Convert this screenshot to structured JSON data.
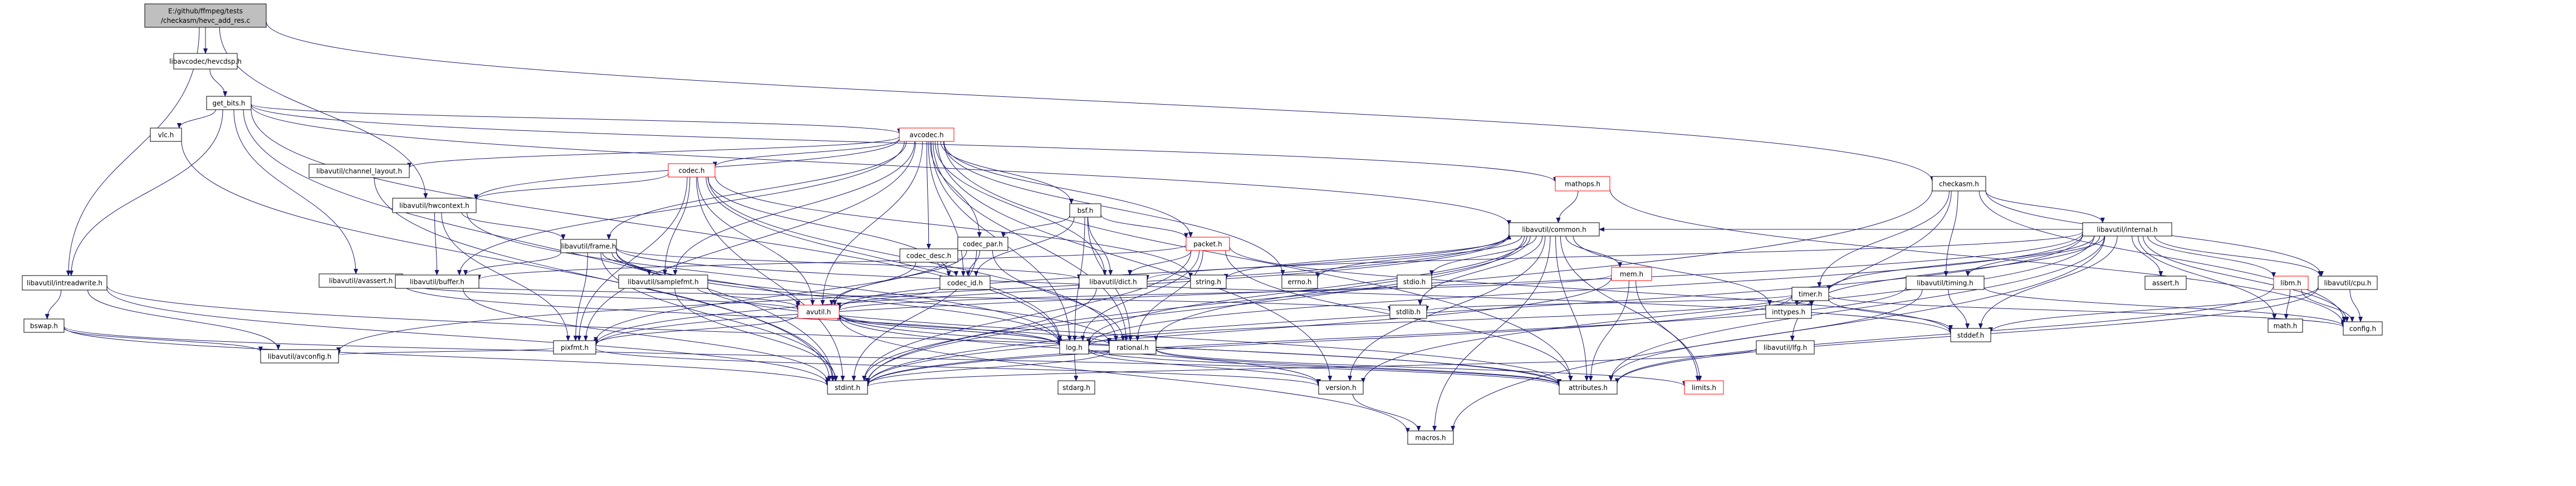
{
  "colors": {
    "root_fill": "#bfbfbf",
    "node_fill": "#ffffff",
    "node_border": "#000000",
    "truncated_border": "#ff0000",
    "edge": "#191970"
  },
  "nodes": [
    {
      "id": "root",
      "label": "E:/github/ffmpeg/tests/checkasm/hevc_add_res.c",
      "kind": "root"
    },
    {
      "id": "hevcdsp",
      "label": "libavcodec/hevcdsp.h"
    },
    {
      "id": "get_bits",
      "label": "get_bits.h"
    },
    {
      "id": "vlc",
      "label": "vlc.h"
    },
    {
      "id": "avcodec",
      "label": "avcodec.h",
      "kind": "truncated"
    },
    {
      "id": "mathops",
      "label": "mathops.h",
      "kind": "truncated"
    },
    {
      "id": "checkasm",
      "label": "checkasm.h"
    },
    {
      "id": "channel_layout",
      "label": "libavutil/channel_layout.h"
    },
    {
      "id": "codec",
      "label": "codec.h",
      "kind": "truncated"
    },
    {
      "id": "hwcontext",
      "label": "libavutil/hwcontext.h"
    },
    {
      "id": "frame",
      "label": "libavutil/frame.h"
    },
    {
      "id": "avassert",
      "label": "libavutil/avassert.h"
    },
    {
      "id": "intreadwrite",
      "label": "libavutil/intreadwrite.h"
    },
    {
      "id": "bswap",
      "label": "bswap.h"
    },
    {
      "id": "avconfig",
      "label": "libavutil/avconfig.h"
    },
    {
      "id": "buffer",
      "label": "libavutil/buffer.h"
    },
    {
      "id": "samplefmt",
      "label": "libavutil/samplefmt.h"
    },
    {
      "id": "codec_desc",
      "label": "codec_desc.h"
    },
    {
      "id": "codec_par",
      "label": "codec_par.h"
    },
    {
      "id": "codec_id",
      "label": "codec_id.h"
    },
    {
      "id": "bsf",
      "label": "bsf.h"
    },
    {
      "id": "packet",
      "label": "packet.h",
      "kind": "truncated"
    },
    {
      "id": "dict",
      "label": "libavutil/dict.h"
    },
    {
      "id": "avutil",
      "label": "avutil.h",
      "kind": "truncated"
    },
    {
      "id": "pixfmt",
      "label": "pixfmt.h"
    },
    {
      "id": "log",
      "label": "log.h"
    },
    {
      "id": "rational",
      "label": "rational.h"
    },
    {
      "id": "stdint",
      "label": "stdint.h"
    },
    {
      "id": "stdarg",
      "label": "stdarg.h"
    },
    {
      "id": "version",
      "label": "version.h"
    },
    {
      "id": "macros",
      "label": "macros.h"
    },
    {
      "id": "attributes",
      "label": "attributes.h"
    },
    {
      "id": "limits",
      "label": "limits.h",
      "kind": "truncated"
    },
    {
      "id": "common",
      "label": "libavutil/common.h"
    },
    {
      "id": "string",
      "label": "string.h"
    },
    {
      "id": "errno",
      "label": "errno.h"
    },
    {
      "id": "stdio",
      "label": "stdio.h"
    },
    {
      "id": "stdlib",
      "label": "stdlib.h"
    },
    {
      "id": "mem",
      "label": "mem.h",
      "kind": "truncated"
    },
    {
      "id": "inttypes",
      "label": "inttypes.h"
    },
    {
      "id": "lfg",
      "label": "libavutil/lfg.h"
    },
    {
      "id": "internal",
      "label": "libavutil/internal.h"
    },
    {
      "id": "timer",
      "label": "timer.h"
    },
    {
      "id": "timing",
      "label": "libavutil/timing.h"
    },
    {
      "id": "stddef",
      "label": "stddef.h"
    },
    {
      "id": "libm",
      "label": "libm.h",
      "kind": "truncated"
    },
    {
      "id": "math",
      "label": "math.h"
    },
    {
      "id": "assert",
      "label": "assert.h"
    },
    {
      "id": "cpu",
      "label": "libavutil/cpu.h"
    },
    {
      "id": "config",
      "label": "config.h"
    }
  ],
  "edges": [
    [
      "root",
      "hevcdsp"
    ],
    [
      "root",
      "intreadwrite"
    ],
    [
      "root",
      "checkasm"
    ],
    [
      "root",
      "hwcontext"
    ],
    [
      "hevcdsp",
      "get_bits"
    ],
    [
      "get_bits",
      "vlc"
    ],
    [
      "get_bits",
      "avcodec"
    ],
    [
      "get_bits",
      "mathops"
    ],
    [
      "get_bits",
      "avassert"
    ],
    [
      "get_bits",
      "intreadwrite"
    ],
    [
      "get_bits",
      "stdint"
    ],
    [
      "get_bits",
      "common"
    ],
    [
      "get_bits",
      "log"
    ],
    [
      "vlc",
      "stdint"
    ],
    [
      "avcodec",
      "channel_layout"
    ],
    [
      "avcodec",
      "codec"
    ],
    [
      "avcodec",
      "hwcontext"
    ],
    [
      "avcodec",
      "frame"
    ],
    [
      "avcodec",
      "buffer"
    ],
    [
      "avcodec",
      "samplefmt"
    ],
    [
      "avcodec",
      "codec_desc"
    ],
    [
      "avcodec",
      "codec_par"
    ],
    [
      "avcodec",
      "codec_id"
    ],
    [
      "avcodec",
      "bsf"
    ],
    [
      "avcodec",
      "packet"
    ],
    [
      "avcodec",
      "dict"
    ],
    [
      "avcodec",
      "avutil"
    ],
    [
      "avcodec",
      "log"
    ],
    [
      "avcodec",
      "rational"
    ],
    [
      "avcodec",
      "pixfmt"
    ],
    [
      "avcodec",
      "attributes"
    ],
    [
      "avcodec",
      "errno"
    ],
    [
      "avcodec",
      "version"
    ],
    [
      "channel_layout",
      "stdint"
    ],
    [
      "codec",
      "hwcontext"
    ],
    [
      "codec",
      "samplefmt"
    ],
    [
      "codec",
      "codec_id"
    ],
    [
      "codec",
      "avutil"
    ],
    [
      "codec",
      "log"
    ],
    [
      "codec",
      "rational"
    ],
    [
      "codec",
      "pixfmt"
    ],
    [
      "codec",
      "stdint"
    ],
    [
      "codec",
      "string"
    ],
    [
      "hwcontext",
      "buffer"
    ],
    [
      "hwcontext",
      "frame"
    ],
    [
      "hwcontext",
      "pixfmt"
    ],
    [
      "hwcontext",
      "log"
    ],
    [
      "frame",
      "buffer"
    ],
    [
      "frame",
      "samplefmt"
    ],
    [
      "frame",
      "dict"
    ],
    [
      "frame",
      "avutil"
    ],
    [
      "frame",
      "pixfmt"
    ],
    [
      "frame",
      "log"
    ],
    [
      "frame",
      "rational"
    ],
    [
      "frame",
      "stdint"
    ],
    [
      "frame",
      "stddef"
    ],
    [
      "avassert",
      "avutil"
    ],
    [
      "avassert",
      "log"
    ],
    [
      "avassert",
      "stdlib"
    ],
    [
      "intreadwrite",
      "bswap"
    ],
    [
      "intreadwrite",
      "avconfig"
    ],
    [
      "intreadwrite",
      "attributes"
    ],
    [
      "intreadwrite",
      "stdint"
    ],
    [
      "bswap",
      "avconfig"
    ],
    [
      "bswap",
      "attributes"
    ],
    [
      "bswap",
      "stdint"
    ],
    [
      "buffer",
      "stdint"
    ],
    [
      "samplefmt",
      "avutil"
    ],
    [
      "samplefmt",
      "attributes"
    ],
    [
      "samplefmt",
      "stdint"
    ],
    [
      "codec_desc",
      "codec_id"
    ],
    [
      "codec_desc",
      "avutil"
    ],
    [
      "codec_par",
      "codec_id"
    ],
    [
      "codec_par",
      "avutil"
    ],
    [
      "codec_par",
      "rational"
    ],
    [
      "codec_par",
      "pixfmt"
    ],
    [
      "codec_par",
      "stdint"
    ],
    [
      "codec_id",
      "avutil"
    ],
    [
      "bsf",
      "codec_id"
    ],
    [
      "bsf",
      "codec_par"
    ],
    [
      "bsf",
      "packet"
    ],
    [
      "bsf",
      "dict"
    ],
    [
      "bsf",
      "log"
    ],
    [
      "bsf",
      "rational"
    ],
    [
      "packet",
      "dict"
    ],
    [
      "packet",
      "buffer"
    ],
    [
      "packet",
      "log"
    ],
    [
      "packet",
      "rational"
    ],
    [
      "packet",
      "attributes"
    ],
    [
      "packet",
      "stdint"
    ],
    [
      "packet",
      "stddef"
    ],
    [
      "dict",
      "stdint"
    ],
    [
      "avutil",
      "pixfmt"
    ],
    [
      "avutil",
      "log"
    ],
    [
      "avutil",
      "rational"
    ],
    [
      "avutil",
      "common"
    ],
    [
      "avutil",
      "attributes"
    ],
    [
      "avutil",
      "macros"
    ],
    [
      "avutil",
      "version"
    ],
    [
      "pixfmt",
      "avconfig"
    ],
    [
      "pixfmt",
      "version"
    ],
    [
      "log",
      "stdarg"
    ],
    [
      "log",
      "avutil"
    ],
    [
      "log",
      "attributes"
    ],
    [
      "log",
      "version"
    ],
    [
      "rational",
      "stdint"
    ],
    [
      "rational",
      "limits"
    ],
    [
      "rational",
      "attributes"
    ],
    [
      "version",
      "macros"
    ],
    [
      "mathops",
      "common"
    ],
    [
      "mathops",
      "config"
    ],
    [
      "common",
      "errno"
    ],
    [
      "common",
      "string"
    ],
    [
      "common",
      "stdio"
    ],
    [
      "common",
      "stdlib"
    ],
    [
      "common",
      "inttypes"
    ],
    [
      "common",
      "limits"
    ],
    [
      "common",
      "mem"
    ],
    [
      "common",
      "avconfig"
    ],
    [
      "common",
      "attributes"
    ],
    [
      "common",
      "macros"
    ],
    [
      "common",
      "version"
    ],
    [
      "common",
      "stdint"
    ],
    [
      "common",
      "log"
    ],
    [
      "common",
      "rational"
    ],
    [
      "common",
      "pixfmt"
    ],
    [
      "mem",
      "stdint"
    ],
    [
      "mem",
      "limits"
    ],
    [
      "mem",
      "attributes"
    ],
    [
      "mem",
      "error"
    ],
    [
      "mem",
      "avutil"
    ],
    [
      "checkasm",
      "lfg"
    ],
    [
      "checkasm",
      "internal"
    ],
    [
      "checkasm",
      "timer"
    ],
    [
      "checkasm",
      "cpu"
    ],
    [
      "checkasm",
      "stdint"
    ],
    [
      "checkasm",
      "config"
    ],
    [
      "checkasm",
      "timing"
    ],
    [
      "lfg",
      "stdint"
    ],
    [
      "internal",
      "timer"
    ],
    [
      "internal",
      "timing"
    ],
    [
      "internal",
      "common"
    ],
    [
      "internal",
      "dict"
    ],
    [
      "internal",
      "cpu"
    ],
    [
      "internal",
      "libm"
    ],
    [
      "internal",
      "assert"
    ],
    [
      "internal",
      "config"
    ],
    [
      "internal",
      "stddef"
    ],
    [
      "internal",
      "attributes"
    ],
    [
      "internal",
      "log"
    ],
    [
      "internal",
      "macros"
    ],
    [
      "internal",
      "stdint"
    ],
    [
      "internal",
      "inttypes"
    ],
    [
      "internal",
      "version"
    ],
    [
      "internal",
      "pixfmt"
    ],
    [
      "internal",
      "math"
    ],
    [
      "timer",
      "stddef"
    ],
    [
      "timer",
      "stdint"
    ],
    [
      "timer",
      "inttypes"
    ],
    [
      "timer",
      "config"
    ],
    [
      "timer",
      "log"
    ],
    [
      "timer",
      "stdlib"
    ],
    [
      "timing",
      "stddef"
    ],
    [
      "timing",
      "stdint"
    ],
    [
      "timing",
      "config"
    ],
    [
      "timing",
      "attributes"
    ],
    [
      "libm",
      "math"
    ],
    [
      "libm",
      "config"
    ],
    [
      "libm",
      "attributes"
    ],
    [
      "libm",
      "intfloat"
    ],
    [
      "cpu",
      "attributes"
    ],
    [
      "cpu",
      "stddef"
    ],
    [
      "cpu",
      "config"
    ]
  ]
}
